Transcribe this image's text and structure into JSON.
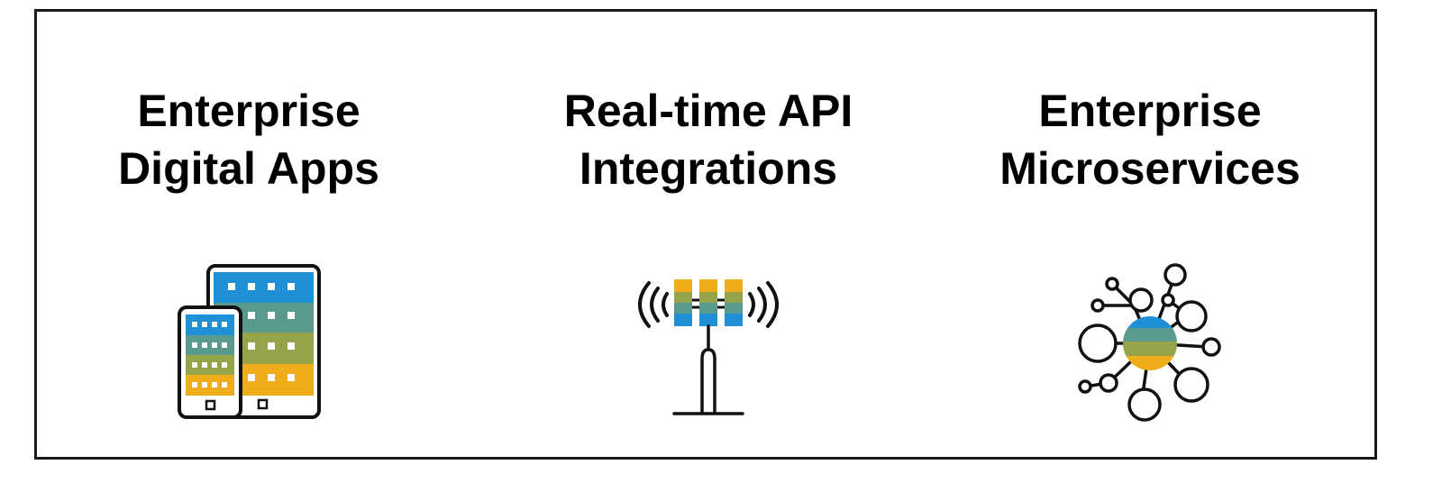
{
  "columns": [
    {
      "id": "digital-apps",
      "title_line1": "Enterprise",
      "title_line2": "Digital Apps",
      "icon": "tablet-phone-icon"
    },
    {
      "id": "api-integrations",
      "title_line1": "Real-time API",
      "title_line2": "Integrations",
      "icon": "antenna-tower-icon"
    },
    {
      "id": "microservices",
      "title_line1": "Enterprise",
      "title_line2": "Microservices",
      "icon": "network-nodes-icon"
    }
  ],
  "colors": {
    "blue": "#1f8fd6",
    "teal": "#5a9a8e",
    "olive": "#95a448",
    "gold": "#efac1b",
    "outline": "#111111"
  }
}
